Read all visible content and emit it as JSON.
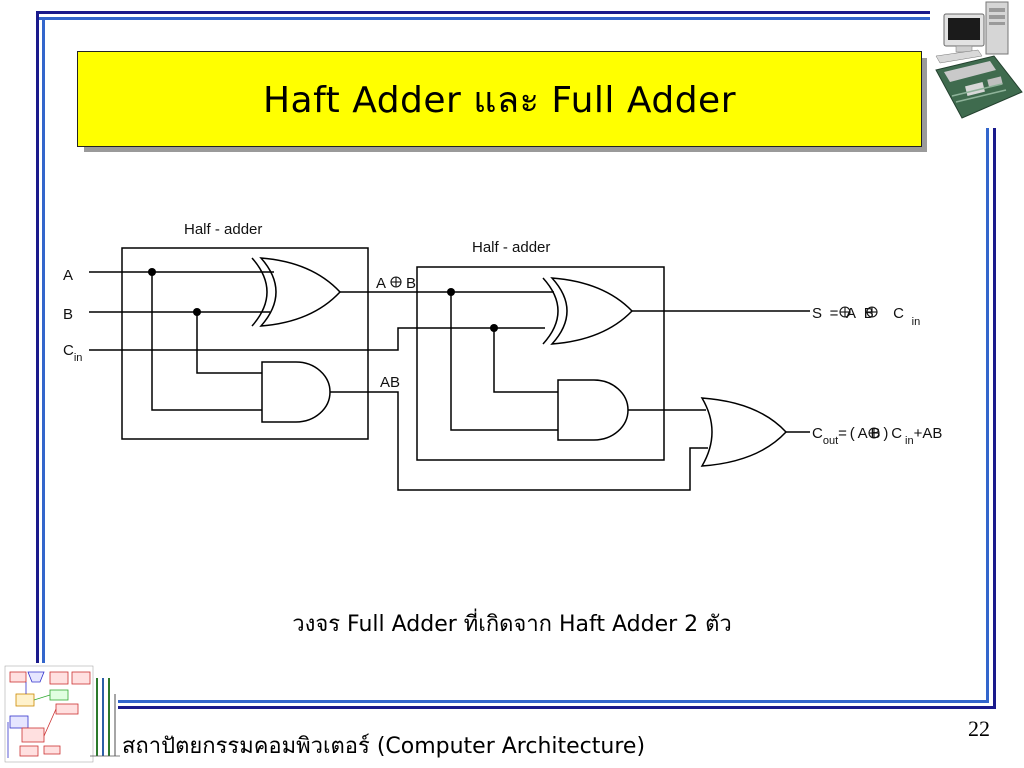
{
  "slide": {
    "title": "Haft Adder และ Full Adder",
    "caption": "วงจร Full Adder ที่เกิดจาก Haft Adder 2 ตัว",
    "footer": "สถาปัตยกรรมคอมพิวเตอร์ (Computer Architecture)",
    "page_number": "22"
  },
  "diagram": {
    "half_adder_1_label": "Half - adder",
    "half_adder_2_label": "Half - adder",
    "input_a": "A",
    "input_b": "B",
    "input_c_main": "C",
    "input_c_sub": "in",
    "signal_xor": "AB",
    "signal_and": "AB",
    "output_sum_main": "S=AB C",
    "output_sum_sub": "in",
    "output_cout_c": "C",
    "output_cout_out": "out",
    "output_cout_mid": "=(AB)C",
    "output_cout_in": "in",
    "output_cout_end": "+AB"
  },
  "icons": {
    "top_right": "computer-hardware-icon",
    "bottom_left": "computer-architecture-diagram-icon"
  }
}
